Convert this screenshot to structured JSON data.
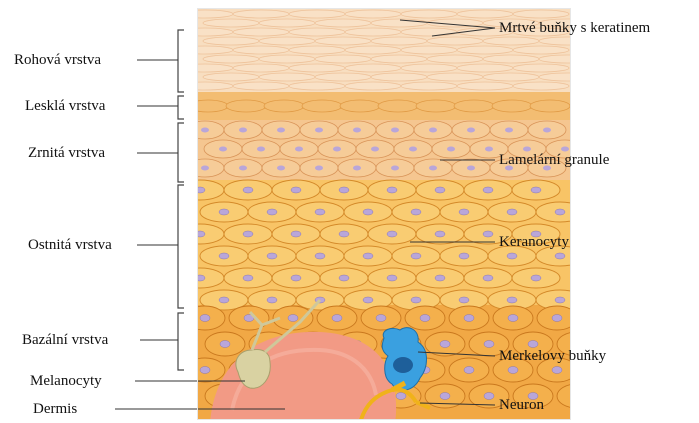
{
  "labels_left": {
    "stratum_corneum": "Rohová vrstva",
    "stratum_lucidum": "Lesklá vrstva",
    "stratum_granulosum": "Zrnitá vrstva",
    "stratum_spinosum": "Ostnitá vrstva",
    "stratum_basale": "Bazální vrstva",
    "melanocytes": "Melanocyty",
    "dermis": "Dermis"
  },
  "labels_right": {
    "dead_cells": "Mrtvé buňky s keratinem",
    "lamellar_granules": "Lamelární granule",
    "keratinocytes": "Keranocyty",
    "merkel_cells": "Merkelovy buňky",
    "neuron": "Neuron"
  },
  "colors": {
    "corneum": "#f7d9b6",
    "lucidum": "#f4c27a",
    "granulosum": "#f6c98f",
    "spinosum": "#f8c66a",
    "basale": "#f3ad4b",
    "dermis": "#f4a08e",
    "nucleus": "#b9a6d9",
    "merkel": "#3aa0e0",
    "melanocyte": "#d6cf9c",
    "neuron": "#f0b21a",
    "line": "#444444"
  }
}
